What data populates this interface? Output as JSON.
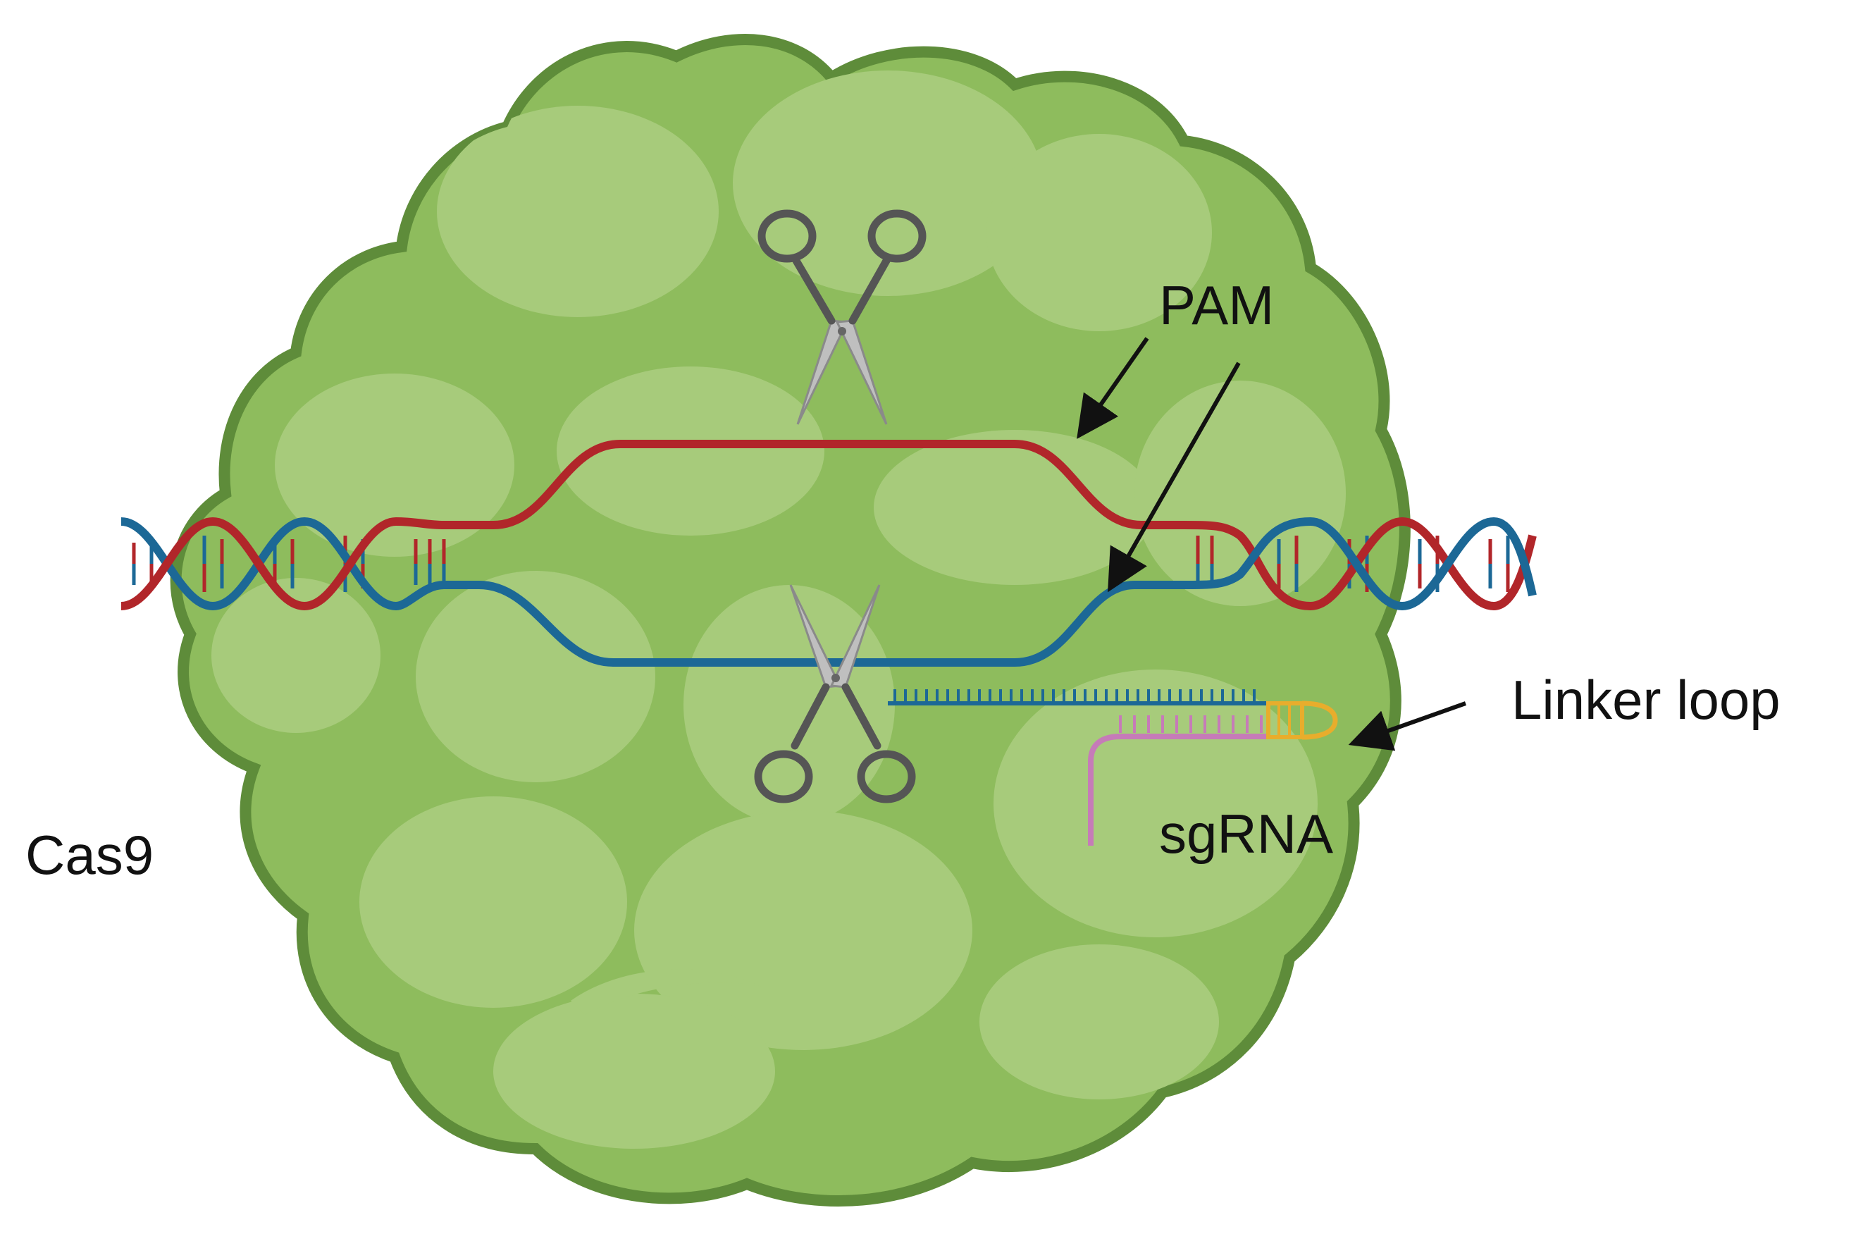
{
  "labels": {
    "pam": "PAM",
    "linker_loop": "Linker loop",
    "sgrna": "sgRNA",
    "cas9": "Cas9"
  },
  "colors": {
    "protein_fill": "#8ebc5d",
    "protein_outline": "#5e8c3a",
    "protein_lobe": "#a7cb7b",
    "dna_strand_red": "#b1262a",
    "dna_strand_blue": "#1c6896",
    "sgrna_pink": "#c67bb8",
    "linker_orange": "#e8ad2c",
    "scissors_blade": "#bfbfbf",
    "scissors_handle": "#555555",
    "arrow": "#111111"
  },
  "icons": [
    "scissors-icon",
    "scissors-icon"
  ]
}
